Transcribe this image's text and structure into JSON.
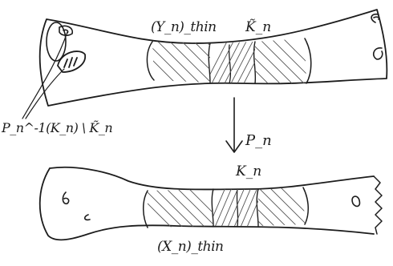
{
  "labels": {
    "upper_thin": "(Y_n)_thin",
    "upper_k": "K̃_n",
    "preimage": "P_n^-1(K_n) \\ K̃_n",
    "map": "P_n",
    "lower_k": "K_n",
    "lower_thin": "(X_n)_thin"
  }
}
